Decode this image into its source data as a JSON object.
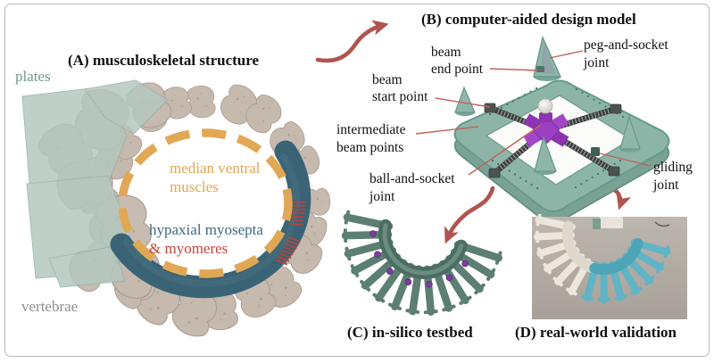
{
  "panels": {
    "a": {
      "title": "(A) musculoskeletal structure",
      "labels": {
        "plates": "plates",
        "median_1": "median ventral",
        "median_2": "muscles",
        "hypaxial_1": "hypaxial myosepta",
        "hypaxial_2": "& myomeres",
        "vertebrae": "vertebrae"
      }
    },
    "b": {
      "title": "(B) computer-aided design model",
      "annotations": {
        "beam_end_1": "beam",
        "beam_end_2": "end point",
        "peg_1": "peg-and-socket",
        "peg_2": "joint",
        "beam_start_1": "beam",
        "beam_start_2": "start point",
        "intermediate_1": "intermediate",
        "intermediate_2": "beam points",
        "ball_1": "ball-and-socket",
        "ball_2": "joint",
        "gliding_1": "gliding",
        "gliding_2": "joint"
      }
    },
    "c": {
      "title": "(C) in-silico testbed"
    },
    "d": {
      "title": "(D) real-world validation"
    }
  },
  "colors": {
    "plates_label": "#6f9a8e",
    "median_muscles_label": "#dfa751",
    "hypaxial_label": "#3e6a80",
    "myomeres_label": "#c8423c",
    "vertebrae_label": "#8f8f8f",
    "annotation_text": "#111111",
    "arrow_red": "#b15450",
    "leader_line": "#c2625b",
    "bone": "#c6b9ae",
    "plate_teal": "#b3c8bf",
    "muscle_orange": "#e0a855",
    "myoseptum_teal": "#3a6376",
    "cad_frame_green": "#8cb5a8",
    "cad_purple": "#9b3fc0",
    "testbed_green": "#5d7f73",
    "robot_white": "#ece6dd",
    "robot_cyan": "#5fb4c6",
    "photo_background": "#b0aaa2"
  }
}
